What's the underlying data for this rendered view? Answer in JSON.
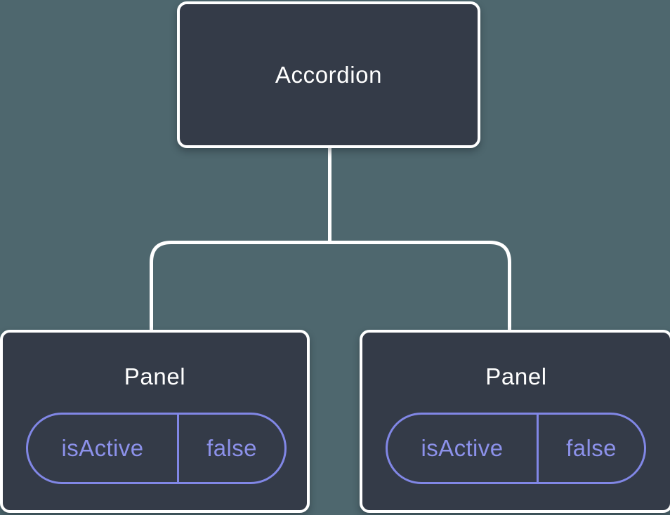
{
  "theme": {
    "background": "#4e676e",
    "node_background": "#343b48",
    "node_border": "#ffffff",
    "accent": "#8187e6",
    "state_text": "#8c91ea",
    "title_text": "#ffffff",
    "connector": "#ffffff"
  },
  "tree": {
    "root": {
      "label": "Accordion"
    },
    "children": [
      {
        "label": "Panel",
        "state": {
          "key": "isActive",
          "value": "false"
        }
      },
      {
        "label": "Panel",
        "state": {
          "key": "isActive",
          "value": "false"
        }
      }
    ]
  }
}
